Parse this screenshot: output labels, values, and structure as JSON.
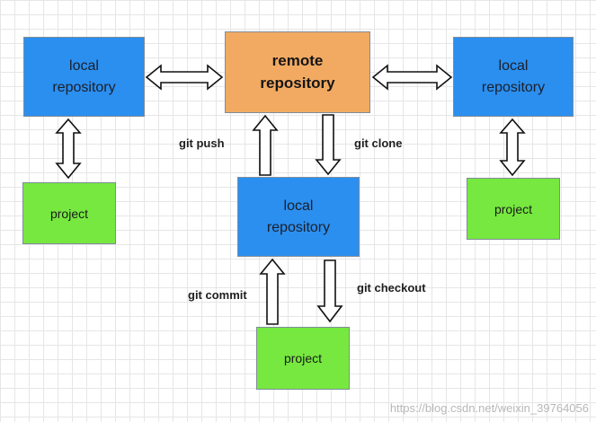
{
  "nodes": {
    "local_left": "local\nrepository",
    "remote": "remote\nrepository",
    "local_right": "local\nrepository",
    "local_center": "local\nrepository",
    "project_left": "project",
    "project_right": "project",
    "project_bottom": "project"
  },
  "edges": {
    "git_push": "git push",
    "git_clone": "git clone",
    "git_commit": "git commit",
    "git_checkout": "git checkout"
  },
  "colors": {
    "local_repository": "#2b8ff0",
    "remote_repository": "#f2aa62",
    "project": "#76e83f"
  },
  "watermark": "https://blog.csdn.net/weixin_39764056"
}
